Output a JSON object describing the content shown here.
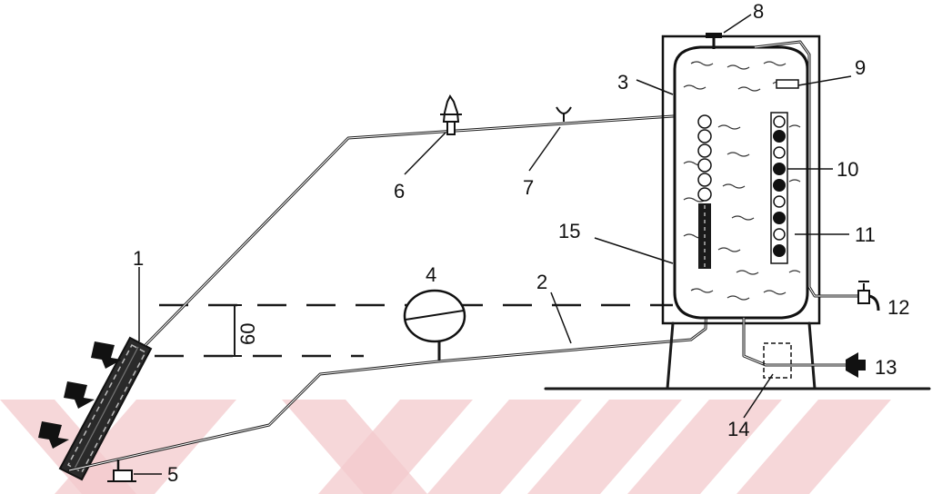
{
  "labels": {
    "l1": "1",
    "l2": "2",
    "l3": "3",
    "l4": "4",
    "l5": "5",
    "l6": "6",
    "l7": "7",
    "l8": "8",
    "l9": "9",
    "l10": "10",
    "l11": "11",
    "l12": "12",
    "l13": "13",
    "l14": "14",
    "l15": "15",
    "height": "60"
  },
  "colors": {
    "ink": "#1a1a1a",
    "watermark": "#f3c9cc",
    "background": "#ffffff"
  }
}
